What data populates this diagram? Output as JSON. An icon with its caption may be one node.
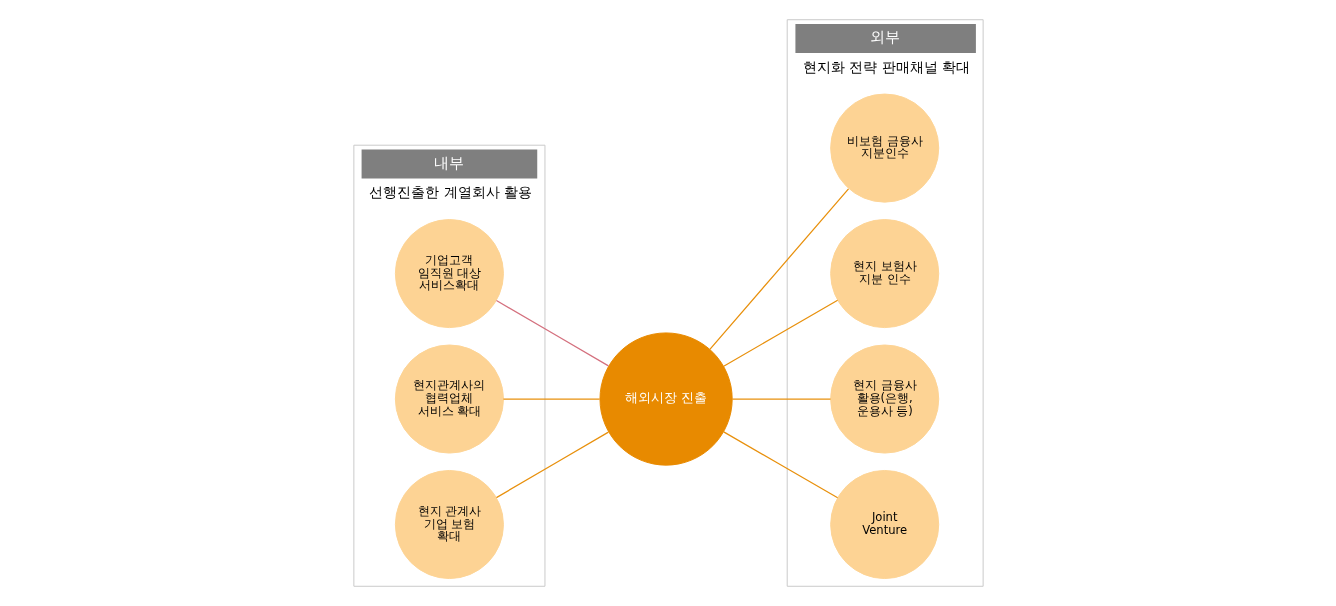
{
  "diagram": {
    "nodes": [
      {
        "text": [
          "내부",
          "선행진출한 계열회사 활용"
        ]
      },
      {
        "text": [
          "외부",
          "현지화 전략 판매채널 확대"
        ]
      },
      {
        "text": [
          "해외시장 진출"
        ]
      },
      {
        "text": [
          "기업고객 임직원 대상 서비스확대"
        ],
        "in": 0
      },
      {
        "text": [
          "현지관계사의 협력업체 서비스 확대"
        ],
        "in": 0
      },
      {
        "text": [
          "현지 관계사 기업 보험 확대"
        ],
        "in": 0
      },
      {
        "text": [
          "비보험 금융사 지분인수"
        ],
        "in": 1
      },
      {
        "text": [
          "현지 보험사 지분 인수"
        ],
        "in": 1
      },
      {
        "text": [
          "현지 금융사 활용(은행, 운용사 등)"
        ],
        "in": 1
      },
      {
        "text": [
          "Joint Venture"
        ],
        "in": 1
      }
    ],
    "edges": [
      {
        "from": 2,
        "to": 3,
        "arrow": "none",
        "color": "#d4707e"
      },
      {
        "from": 2,
        "to": 4,
        "arrow": "none"
      },
      {
        "from": 2,
        "to": 5,
        "arrow": "none"
      },
      {
        "from": 2,
        "to": 6,
        "arrow": "none"
      },
      {
        "from": 2,
        "to": 7,
        "arrow": "none"
      },
      {
        "from": 2,
        "to": 8,
        "arrow": "none"
      },
      {
        "from": 2,
        "to": 9,
        "arrow": "none"
      }
    ]
  }
}
